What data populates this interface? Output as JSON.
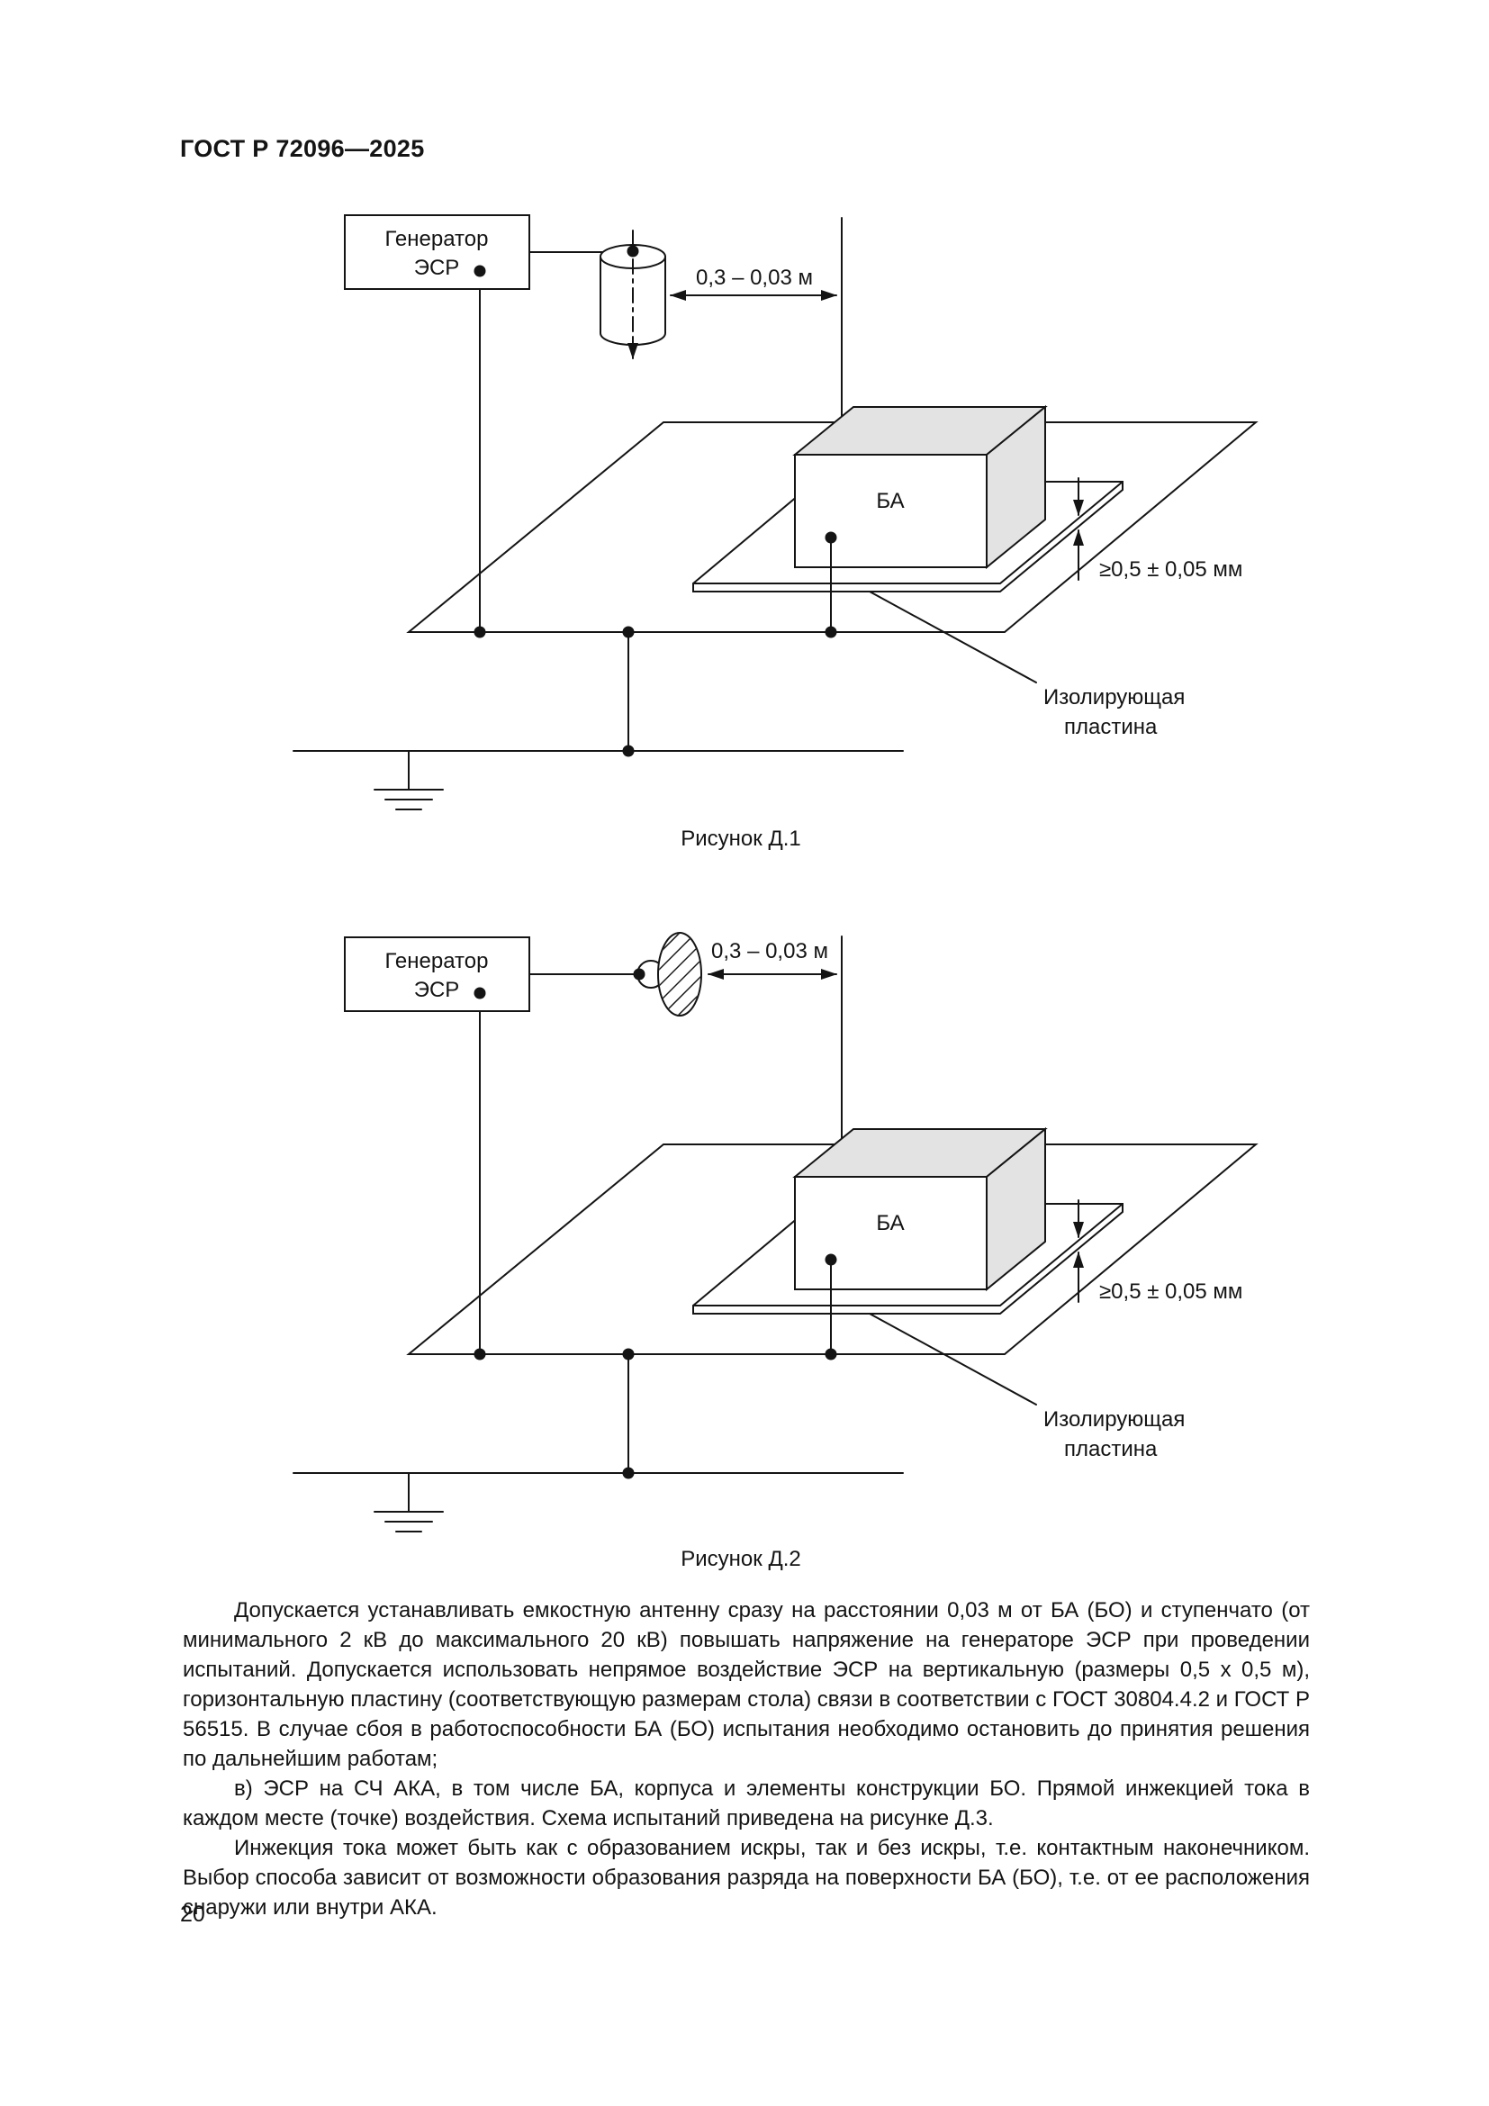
{
  "page": {
    "header": "ГОСТ Р 72096—2025",
    "page_number": "20"
  },
  "colors": {
    "ink": "#141414",
    "box_shade": "#e3e3e3",
    "paper": "#ffffff"
  },
  "figure1": {
    "generator_line1": "Генератор",
    "generator_line2": "ЭСР",
    "distance_label": "0,3 – 0,03 м",
    "device_label": "БА",
    "thickness_label": "≥0,5 ± 0,05 мм",
    "plate_label_line1": "Изолирующая",
    "plate_label_line2": "пластина",
    "caption": "Рисунок Д.1"
  },
  "figure2": {
    "generator_line1": "Генератор",
    "generator_line2": "ЭСР",
    "distance_label": "0,3 – 0,03 м",
    "device_label": "БА",
    "thickness_label": "≥0,5 ± 0,05 мм",
    "plate_label_line1": "Изолирующая",
    "plate_label_line2": "пластина",
    "caption": "Рисунок Д.2"
  },
  "body": {
    "paragraph1": "Допускается устанавливать емкостную антенну сразу на расстоянии 0,03 м от БА (БО) и ступенчато (от минимального 2 кВ до максимального 20 кВ) повышать напряжение на генераторе ЭСР при проведении испытаний. Допускается использовать непрямое воздействие ЭСР на вертикальную (размеры 0,5 х 0,5 м), горизонтальную пластину (соответствующую размерам стола) связи в соответствии с ГОСТ 30804.4.2 и ГОСТ Р 56515. В случае сбоя в работоспособности БА (БО) испытания необходимо остановить до принятия решения по дальнейшим работам;",
    "paragraph2": "в) ЭСР на СЧ АКА, в том числе БА, корпуса и элементы конструкции БО. Прямой инжекцией тока в каждом месте (точке) воздействия. Схема испытаний приведена на рисунке Д.3.",
    "paragraph3": "Инжекция тока может быть как с образованием искры, так и без искры, т.е. контактным наконечником. Выбор способа зависит от возможности образования разряда на поверхности БА (БО), т.е. от ее расположения снаружи или внутри АКА."
  }
}
